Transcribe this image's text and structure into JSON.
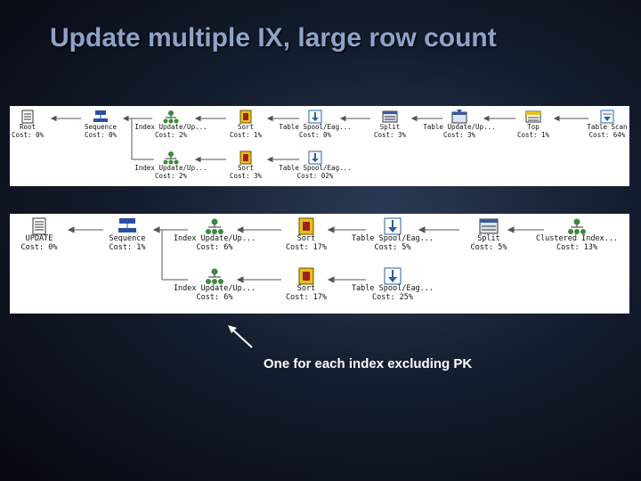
{
  "slide": {
    "title": "Update multiple IX, large row count",
    "caption": "One for each index excluding PK"
  },
  "plan1": {
    "top_row": [
      {
        "name": "Root",
        "cost": "Cost: 0%",
        "icon": "update-icon"
      },
      {
        "name": "Sequence",
        "cost": "Cost: 0%",
        "icon": "sequence-icon"
      },
      {
        "name": "Index Update/Up...",
        "cost": "Cost: 2%",
        "icon": "index-update-icon"
      },
      {
        "name": "Sort",
        "cost": "Cost: 1%",
        "icon": "sort-icon"
      },
      {
        "name": "Table Spool/Eag...",
        "cost": "Cost: 0%",
        "icon": "table-spool-icon"
      },
      {
        "name": "Split",
        "cost": "Cost: 3%",
        "icon": "split-icon"
      },
      {
        "name": "Table Update/Up...",
        "cost": "Cost: 3%",
        "icon": "table-update-icon"
      },
      {
        "name": "Top",
        "cost": "Cost: 1%",
        "icon": "top-icon"
      },
      {
        "name": "Table Scan",
        "cost": "Cost: 64%",
        "icon": "table-scan-icon"
      }
    ],
    "bottom_row": [
      {
        "name": "Index Update/Up...",
        "cost": "Cost: 2%",
        "icon": "index-update-icon"
      },
      {
        "name": "Sort",
        "cost": "Cost: 3%",
        "icon": "sort-icon"
      },
      {
        "name": "Table Spool/Eag...",
        "cost": "Cost: 02%",
        "icon": "table-spool-icon"
      }
    ]
  },
  "plan2": {
    "top_row": [
      {
        "name": "UPDATE",
        "cost": "Cost: 0%",
        "icon": "update-icon"
      },
      {
        "name": "Sequence",
        "cost": "Cost: 1%",
        "icon": "sequence-icon"
      },
      {
        "name": "Index Update/Up...",
        "cost": "Cost: 6%",
        "icon": "index-update-icon"
      },
      {
        "name": "Sort",
        "cost": "Cost: 17%",
        "icon": "sort-icon"
      },
      {
        "name": "Table Spool/Eag...",
        "cost": "Cost: 5%",
        "icon": "table-spool-icon"
      },
      {
        "name": "Split",
        "cost": "Cost: 5%",
        "icon": "split-icon"
      },
      {
        "name": "Clustered Index...",
        "cost": "Cost: 13%",
        "icon": "clustered-index-icon"
      }
    ],
    "bottom_row": [
      {
        "name": "Index Update/Up...",
        "cost": "Cost: 6%",
        "icon": "index-update-icon"
      },
      {
        "name": "Sort",
        "cost": "Cost: 17%",
        "icon": "sort-icon"
      },
      {
        "name": "Table Spool/Eag...",
        "cost": "Cost: 25%",
        "icon": "table-spool-icon"
      }
    ]
  }
}
